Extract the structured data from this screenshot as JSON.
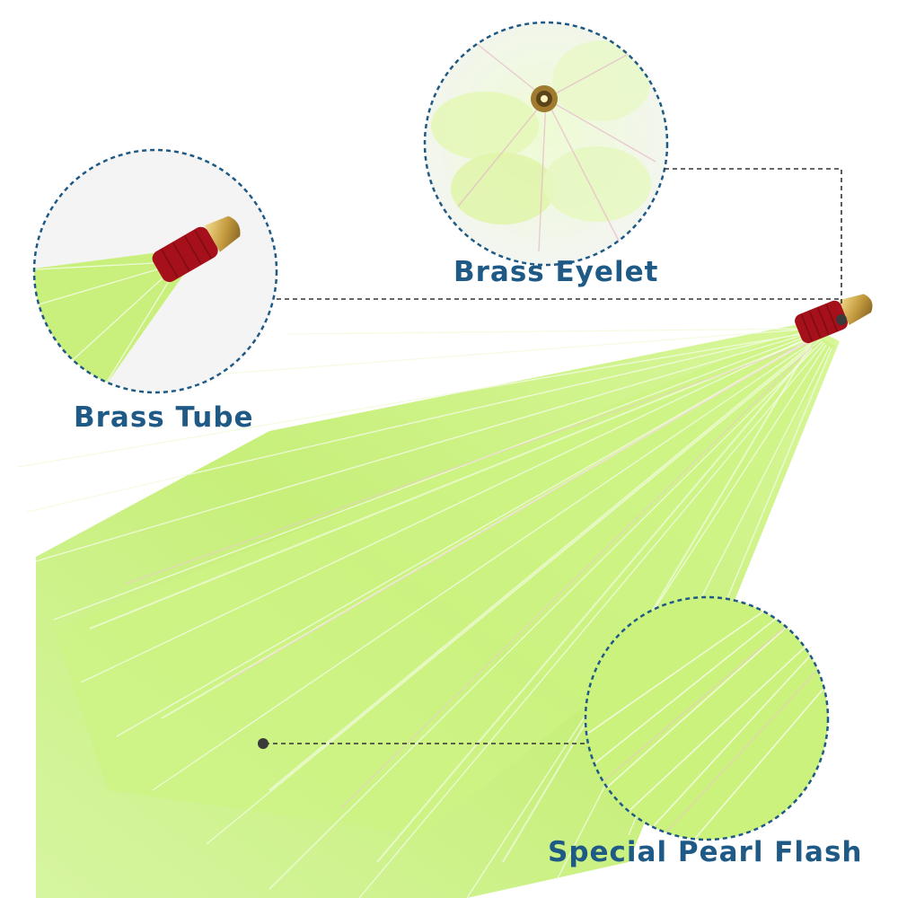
{
  "callouts": {
    "brass_eyelet": "Brass Eyelet",
    "brass_tube": "Brass Tube",
    "special_pearl_flash": "Special Pearl Flash"
  },
  "colors": {
    "label_text": "#1f5a86",
    "circle_border": "#1f5a86",
    "leader_line": "#333333",
    "skirt_green": "#c9f27a",
    "skirt_pale": "#e8fbc6",
    "thread_red": "#b0121a",
    "brass": "#c8a24a"
  }
}
